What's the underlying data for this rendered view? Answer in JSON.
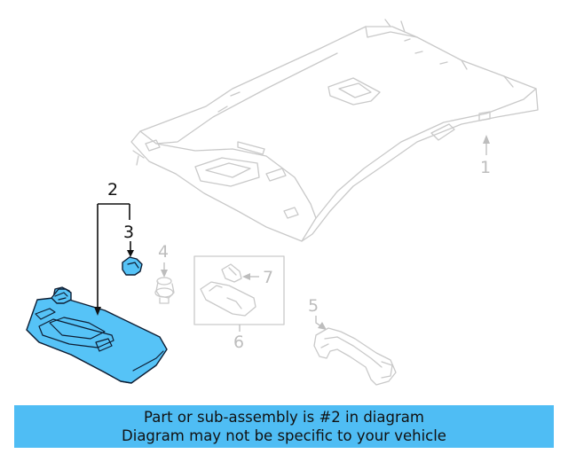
{
  "callouts": {
    "c1": "1",
    "c2": "2",
    "c3": "3",
    "c4": "4",
    "c5": "5",
    "c6": "6",
    "c7": "7"
  },
  "banner": {
    "line1": "Part or sub-assembly is #2 in diagram",
    "line2": "Diagram may not be specific to your vehicle"
  },
  "colors": {
    "highlight": "#56c3f7",
    "banner": "#4fbdf4",
    "ghost": "#c9c9c9"
  }
}
